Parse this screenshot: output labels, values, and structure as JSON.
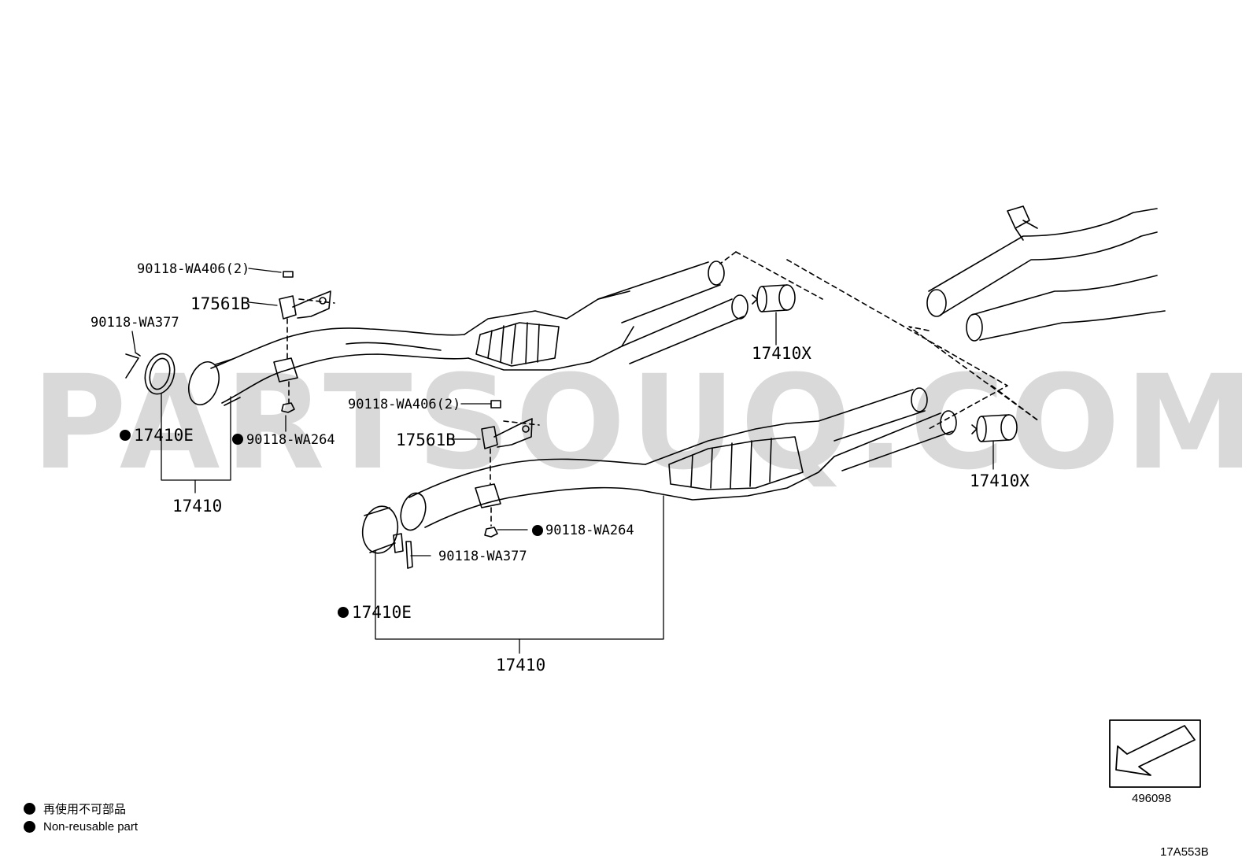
{
  "watermark": "PARTSOUQ.COM",
  "labels": {
    "u_bolt_wa406": "90118-WA406(2)",
    "u_bracket": "17561B",
    "u_bolt_wa377": "90118-WA377",
    "u_gasket": "17410E",
    "u_nut_wa264": "90118-WA264",
    "u_assembly": "17410",
    "u_hanger": "17410X",
    "l_bolt_wa406": "90118-WA406(2)",
    "l_bracket": "17561B",
    "l_nut_wa264": "90118-WA264",
    "l_bolt_wa377": "90118-WA377",
    "l_gasket": "17410E",
    "l_assembly": "17410",
    "l_hanger": "17410X"
  },
  "legend": {
    "jp": "再使用不可部品",
    "en": "Non-reusable part"
  },
  "direction_ref": "496098",
  "figure_code": "17A553B"
}
